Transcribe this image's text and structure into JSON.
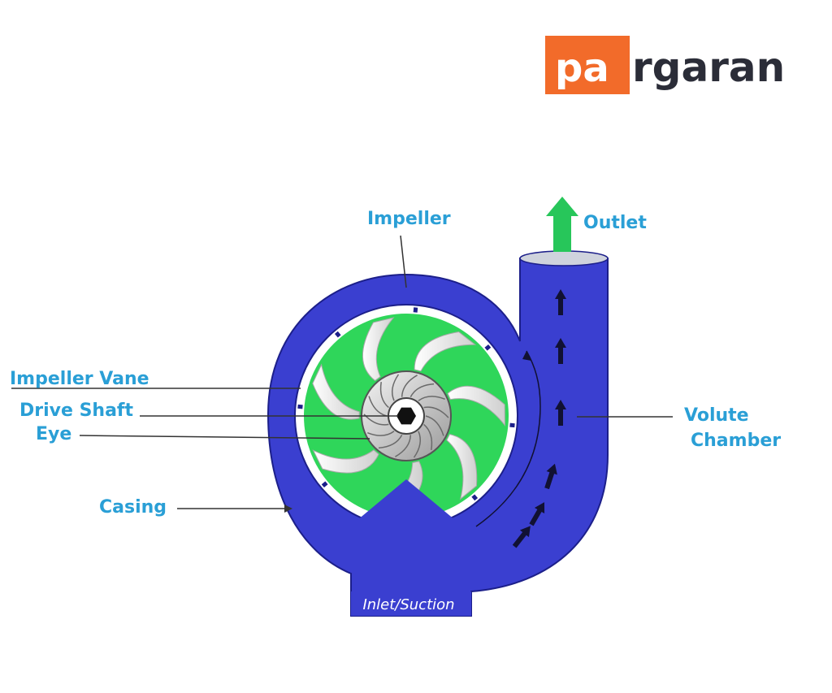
{
  "logo": {
    "part1": "pa",
    "part2": "rgaran"
  },
  "labels": {
    "impeller": "Impeller",
    "outlet": "Outlet",
    "impeller_vane": "Impeller Vane",
    "drive_shaft": "Drive Shaft",
    "eye": "Eye",
    "volute_line1": "Volute",
    "volute_line2": "Chamber",
    "casing": "Casing",
    "inlet": "Inlet/Suction"
  },
  "colors": {
    "casing_blue": "#3a3fd0",
    "casing_dark": "#1c1f8a",
    "impeller_green": "#2fd65a",
    "outlet_arrow_green": "#27c65a",
    "label_blue": "#2a9fd6",
    "logo_orange": "#f26b2a",
    "logo_dark": "#2b2d38",
    "arrow_dark": "#111133"
  }
}
